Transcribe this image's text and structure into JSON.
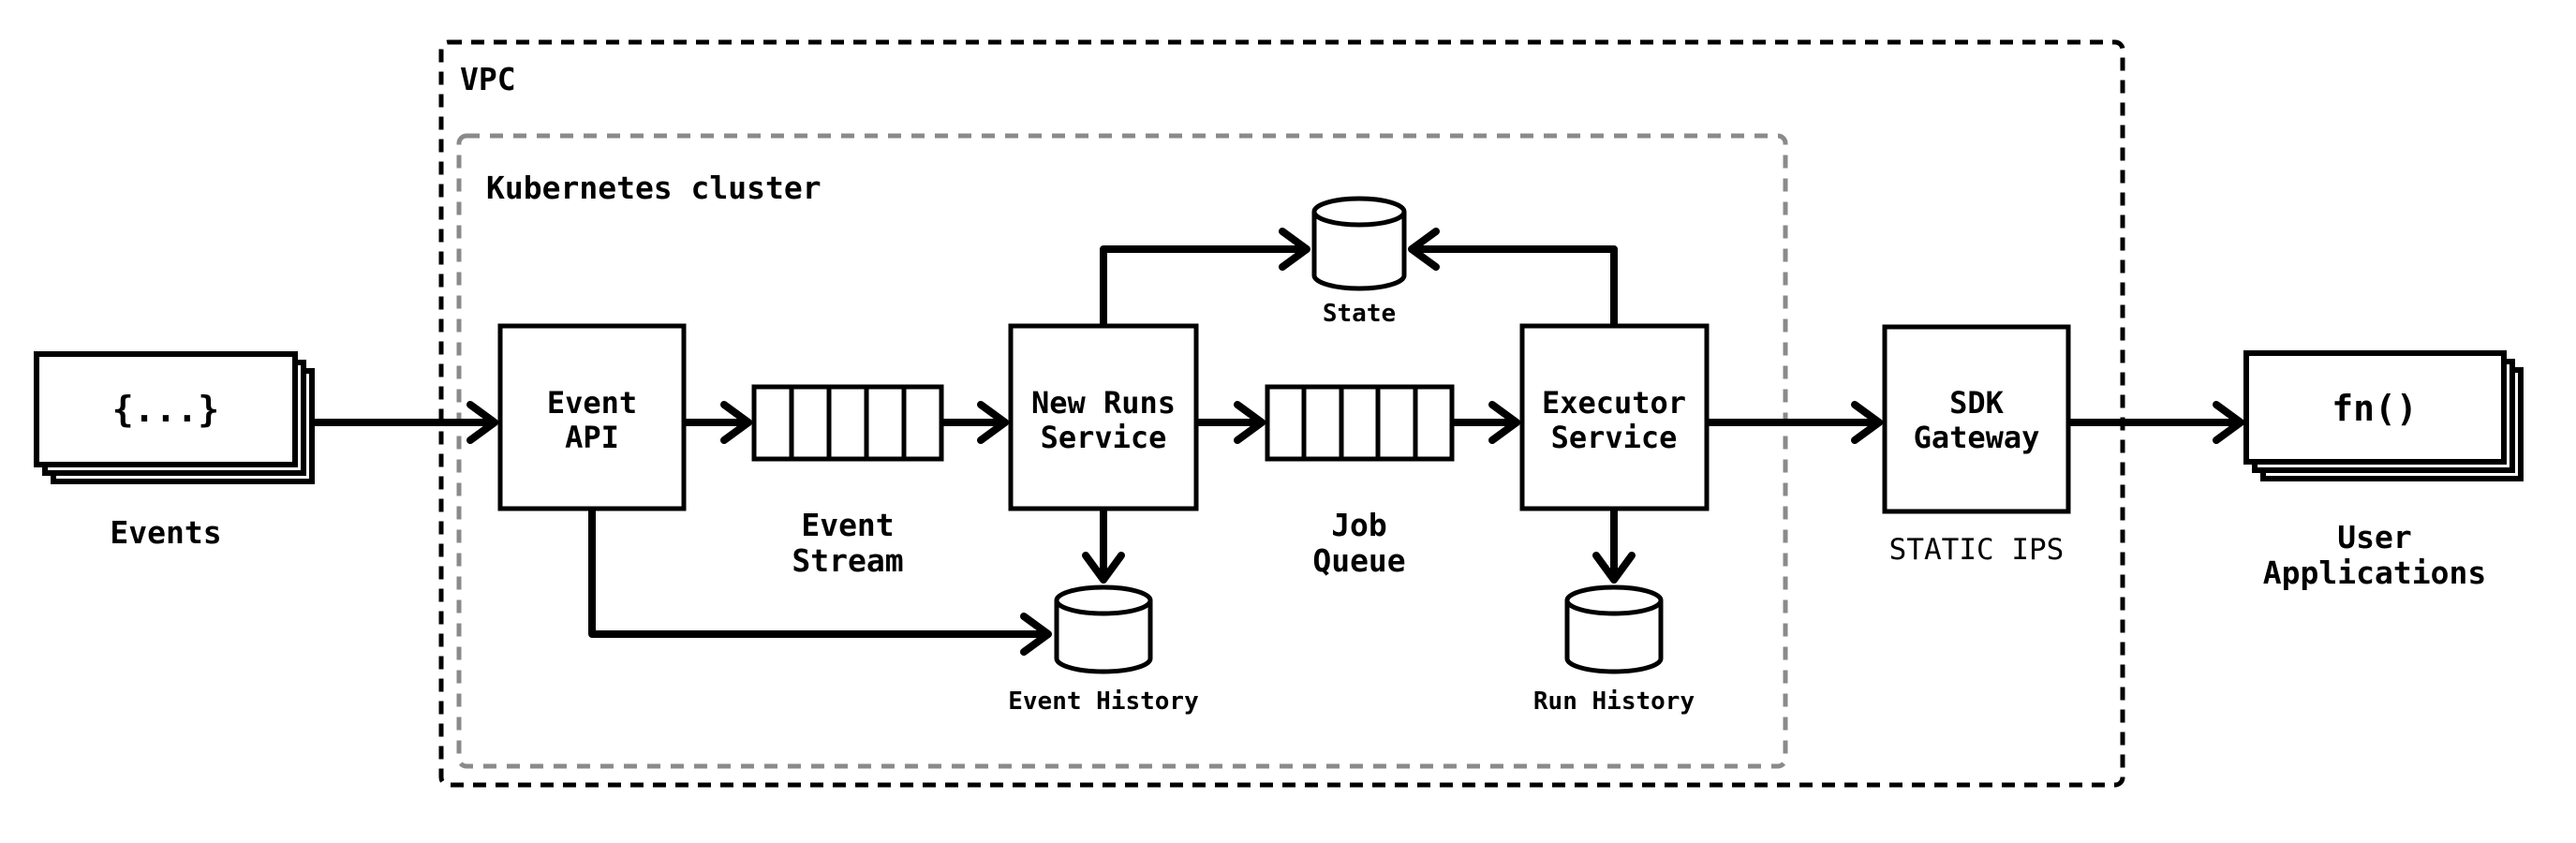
{
  "diagram": {
    "background": "#ffffff",
    "line_color": "#000000",
    "cluster_border_color": "#8a8a8a",
    "containers": {
      "vpc": {
        "label": "VPC"
      },
      "kubernetes": {
        "label": "Kubernetes cluster"
      }
    },
    "nodes": {
      "events": {
        "text": "{...}",
        "label": "Events"
      },
      "event_api": {
        "line1": "Event",
        "line2": "API"
      },
      "event_stream": {
        "label1": "Event",
        "label2": "Stream"
      },
      "new_runs_service": {
        "line1": "New Runs",
        "line2": "Service"
      },
      "job_queue": {
        "label1": "Job",
        "label2": "Queue"
      },
      "executor_service": {
        "line1": "Executor",
        "line2": "Service"
      },
      "state_db": {
        "label": "State"
      },
      "event_history_db": {
        "label": "Event History"
      },
      "run_history_db": {
        "label": "Run History"
      },
      "sdk_gateway": {
        "line1": "SDK",
        "line2": "Gateway",
        "sublabel": "STATIC IPS"
      },
      "user_applications": {
        "text": "fn()",
        "label1": "User",
        "label2": "Applications"
      }
    }
  }
}
